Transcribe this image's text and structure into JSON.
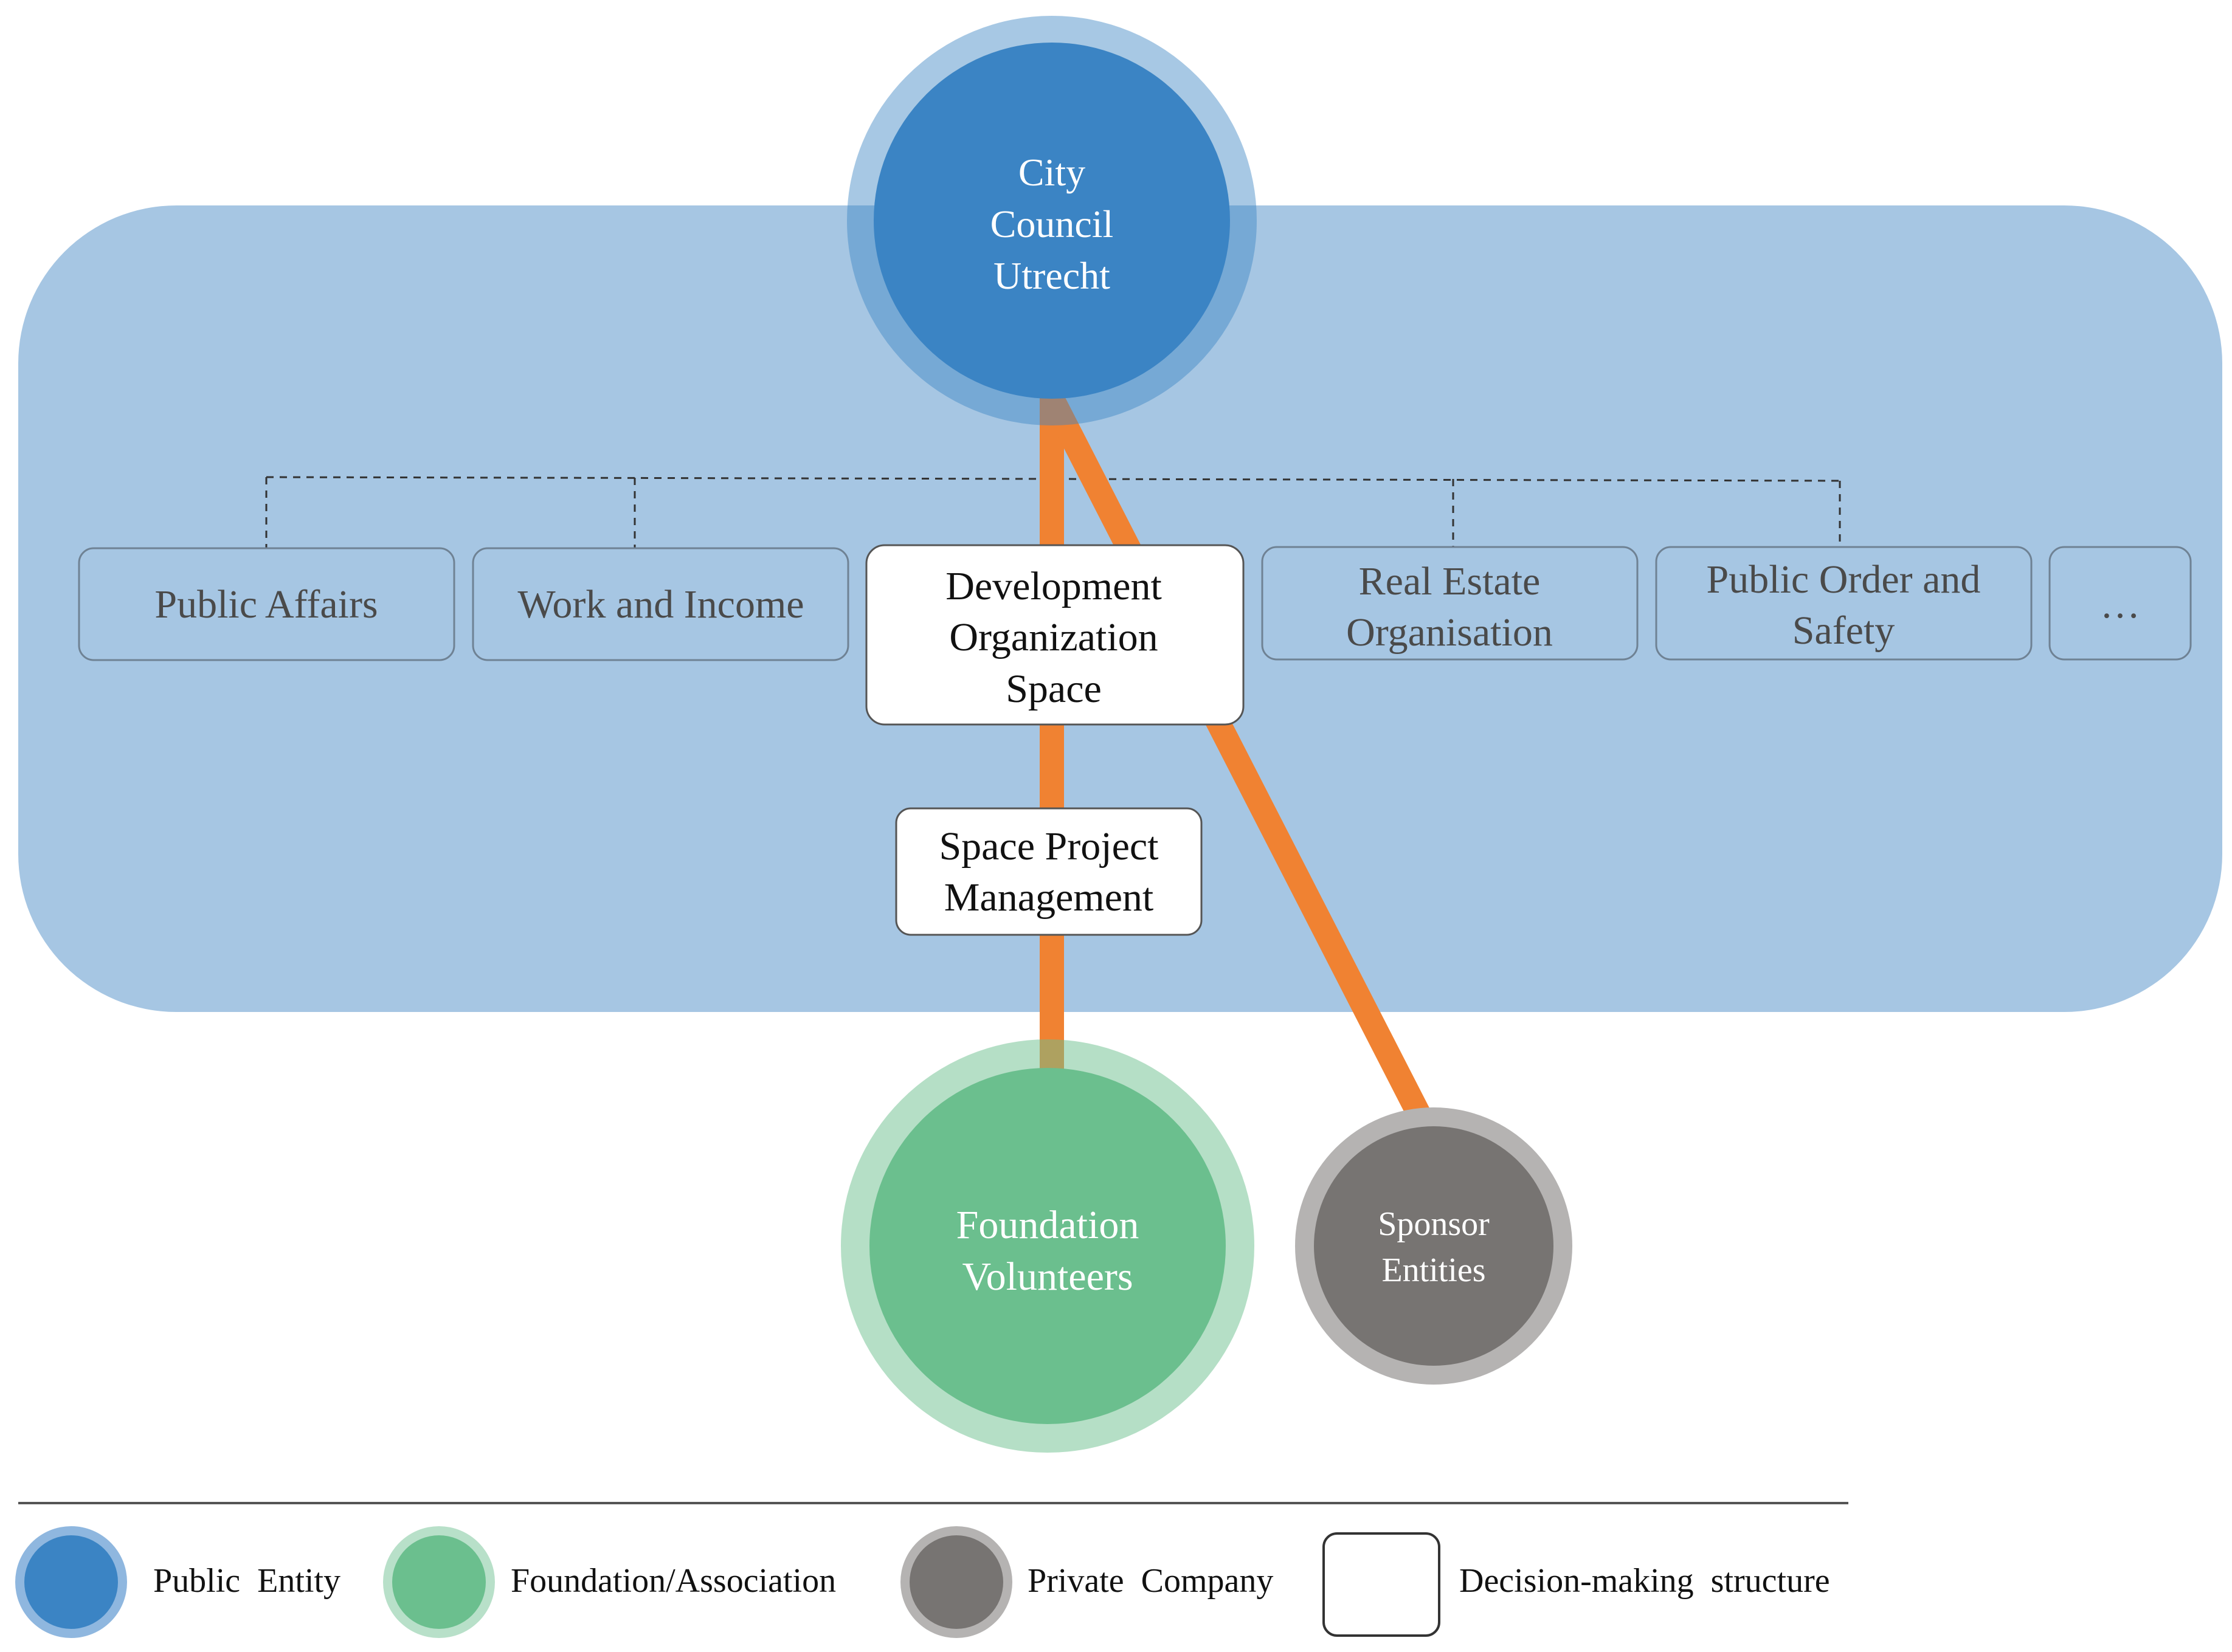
{
  "colors": {
    "public_entity": "#3b84c4",
    "public_entity_ring": "#8fb7df",
    "municipality_area": "#a6c6e3",
    "foundation": "#6bbf8e",
    "foundation_ring": "#b8e0c9",
    "private_company": "#777472",
    "private_company_ring": "#b5b3b2",
    "connection": "#f08232",
    "department_text": "#4a4a4a"
  },
  "nodes": {
    "city_council": {
      "line1": "City",
      "line2": "Council",
      "line3": "Utrecht"
    },
    "foundation_volunteers": {
      "line1": "Foundation",
      "line2": "Volunteers"
    },
    "sponsor_entities": {
      "line1": "Sponsor",
      "line2": "Entities"
    }
  },
  "departments": [
    {
      "line1": "Public Affairs"
    },
    {
      "line1": "Work and Income"
    },
    {
      "line1": "Development",
      "line2": "Organization",
      "line3": "Space"
    },
    {
      "line1": "Real Estate",
      "line2": "Organisation"
    },
    {
      "line1": "Public Order and",
      "line2": "Safety"
    },
    {
      "line1": "…"
    }
  ],
  "space_project_management": {
    "line1": "Space Project",
    "line2": "Management"
  },
  "legend": [
    {
      "label": "Public  Entity",
      "icon": "public-entity-circle-icon"
    },
    {
      "label": "Foundation/Association",
      "icon": "foundation-circle-icon"
    },
    {
      "label": "Private  Company",
      "icon": "private-company-circle-icon"
    },
    {
      "label": "Decision-making  structure",
      "icon": "decision-structure-box-icon"
    }
  ]
}
